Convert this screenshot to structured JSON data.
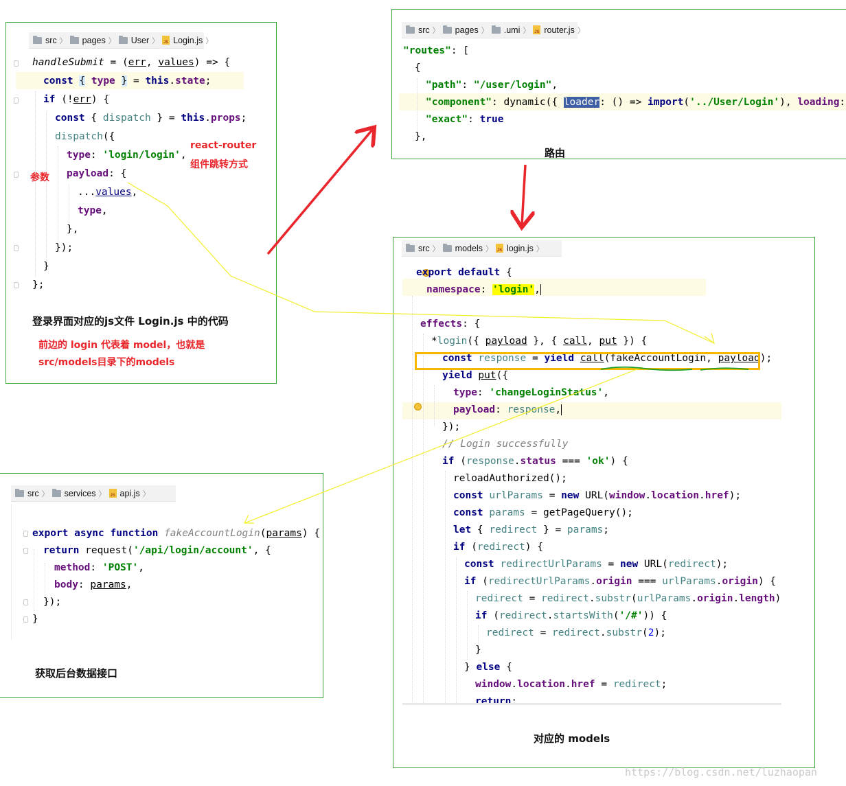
{
  "panel_login": {
    "breadcrumb": [
      "src",
      "pages",
      "User",
      "Login.js"
    ],
    "caption": "登录界面对应的js文件 Login.js 中的代码",
    "note_line1": "前边的 login 代表着 model，也就是",
    "note_line2": "src/models目录下的models",
    "label_params": "参数",
    "label_router_1": "react-router",
    "label_router_2": "组件跳转方式"
  },
  "panel_router": {
    "breadcrumb": [
      "src",
      "pages",
      ".umi",
      "router.js"
    ],
    "caption": "路由"
  },
  "panel_models": {
    "breadcrumb": [
      "src",
      "models",
      "login.js"
    ],
    "caption": "对应的 models"
  },
  "panel_api": {
    "breadcrumb": [
      "src",
      "services",
      "api.js"
    ],
    "caption": "获取后台数据接口"
  },
  "watermark": "https://blog.csdn.net/luzhaopan",
  "colors": {
    "border": "#3aa53a",
    "arrow_red": "#e8262b",
    "line_yellow": "#f2ee2a",
    "box_orange": "#f5b700",
    "underline_green": "#1a9e2a"
  }
}
